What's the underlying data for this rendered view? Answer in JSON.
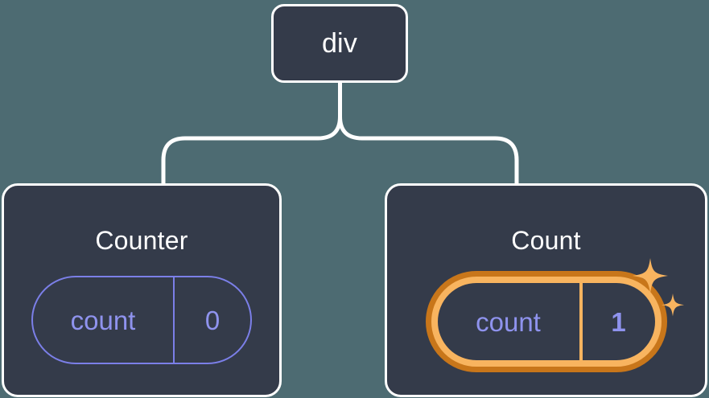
{
  "diagram": {
    "type": "component-tree",
    "background_color": "#4d6b72",
    "node_fill_color": "#343b4a",
    "node_border_color": "#ffffff",
    "connector_color": "#ffffff",
    "accent_state_color": "#8f93ee",
    "highlight_outer_color": "#c8761a",
    "highlight_inner_color": "#f8b45f",
    "sparkle_color": "#f8b45f"
  },
  "root": {
    "title": "div"
  },
  "children": [
    {
      "title": "Counter",
      "state": {
        "key": "count",
        "value": "0",
        "highlighted": false
      }
    },
    {
      "title": "Count",
      "state": {
        "key": "count",
        "value": "1",
        "highlighted": true
      },
      "sparkle_large": "sparkle-icon",
      "sparkle_small": "sparkle-icon"
    }
  ]
}
